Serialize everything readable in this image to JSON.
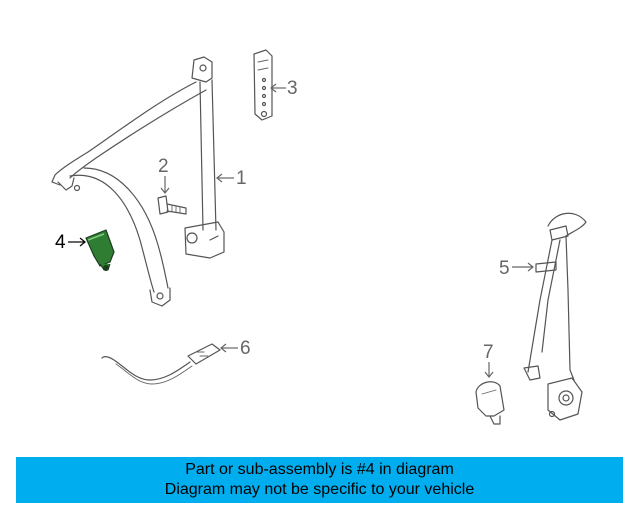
{
  "diagram": {
    "callouts": [
      {
        "id": "1",
        "label": "1"
      },
      {
        "id": "2",
        "label": "2"
      },
      {
        "id": "3",
        "label": "3"
      },
      {
        "id": "4",
        "label": "4"
      },
      {
        "id": "5",
        "label": "5"
      },
      {
        "id": "6",
        "label": "6"
      },
      {
        "id": "7",
        "label": "7"
      }
    ],
    "highlight_part": "4",
    "highlight_color": "#2e7d32",
    "line_color": "#555555"
  },
  "banner": {
    "line1": "Part or sub-assembly is #4 in diagram",
    "line2": "Diagram may not be specific to your vehicle",
    "background": "#00aeef"
  }
}
